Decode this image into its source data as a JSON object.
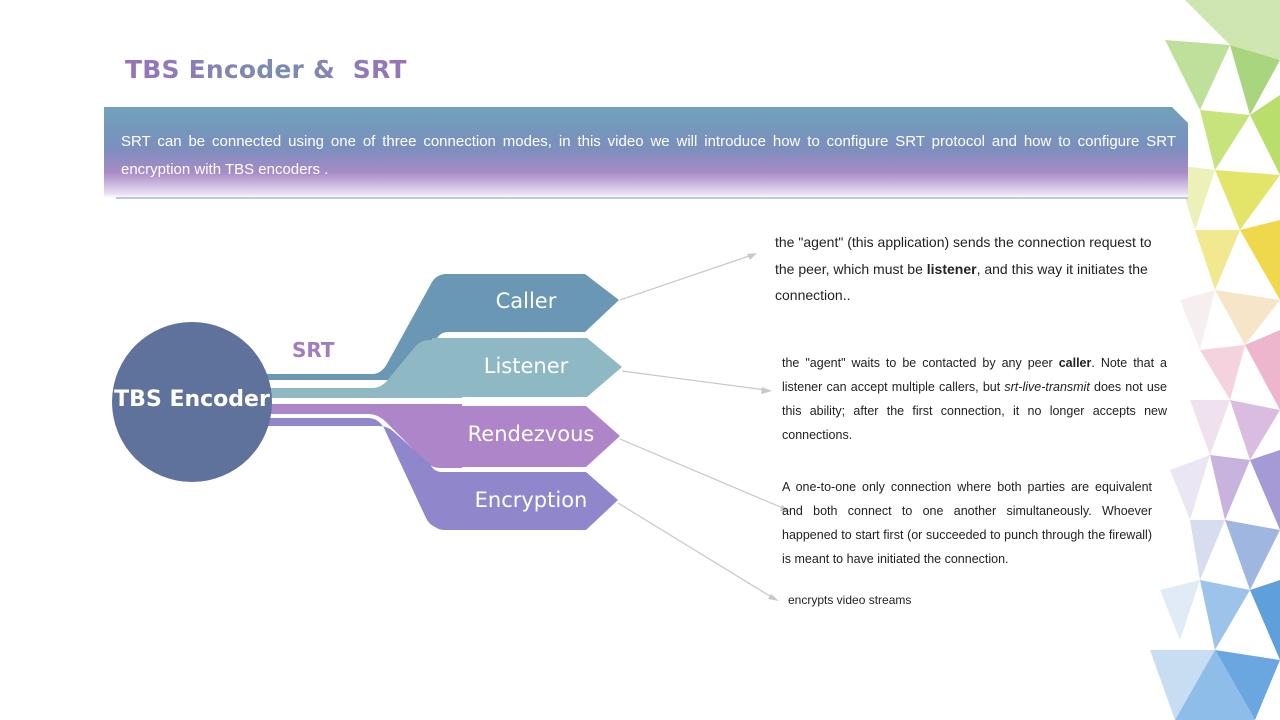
{
  "page": {
    "title": "TBS Encoder &  SRT",
    "intro": "SRT can be connected using one of three connection modes, in this video we will introduce how to configure SRT protocol and how to configure SRT encryption with TBS encoders ."
  },
  "diagram": {
    "center": "TBS Encoder",
    "link_label": "SRT",
    "modes": [
      {
        "label": "Caller",
        "color": "#6a97b3"
      },
      {
        "label": "Listener",
        "color": "#8db8c4"
      },
      {
        "label": "Rendezvous",
        "color": "#ad85c8"
      },
      {
        "label": "Encryption",
        "color": "#8f86cc"
      }
    ],
    "center_color": "#5e729c",
    "descriptions": {
      "caller": {
        "pre": " the \"agent\" (this application) sends the connection request to the peer, which must be ",
        "bold": "listener",
        "post": ", and this way it initiates the connection.."
      },
      "listener": {
        "pre": "the \"agent\" waits to be contacted by any peer ",
        "bold": "caller",
        "mid": ". Note that a listener can accept multiple callers, but ",
        "italic": "srt-live-transmit",
        "post": " does not use this ability; after the first connection, it no longer accepts new connections."
      },
      "rendezvous": "A one-to-one  only connection where both parties are equivalent and both connect to one another simultaneously. Whoever happened to start first (or succeeded to punch through the firewall)  is meant to have initiated the connection.",
      "encryption": "encrypts video streams"
    }
  }
}
